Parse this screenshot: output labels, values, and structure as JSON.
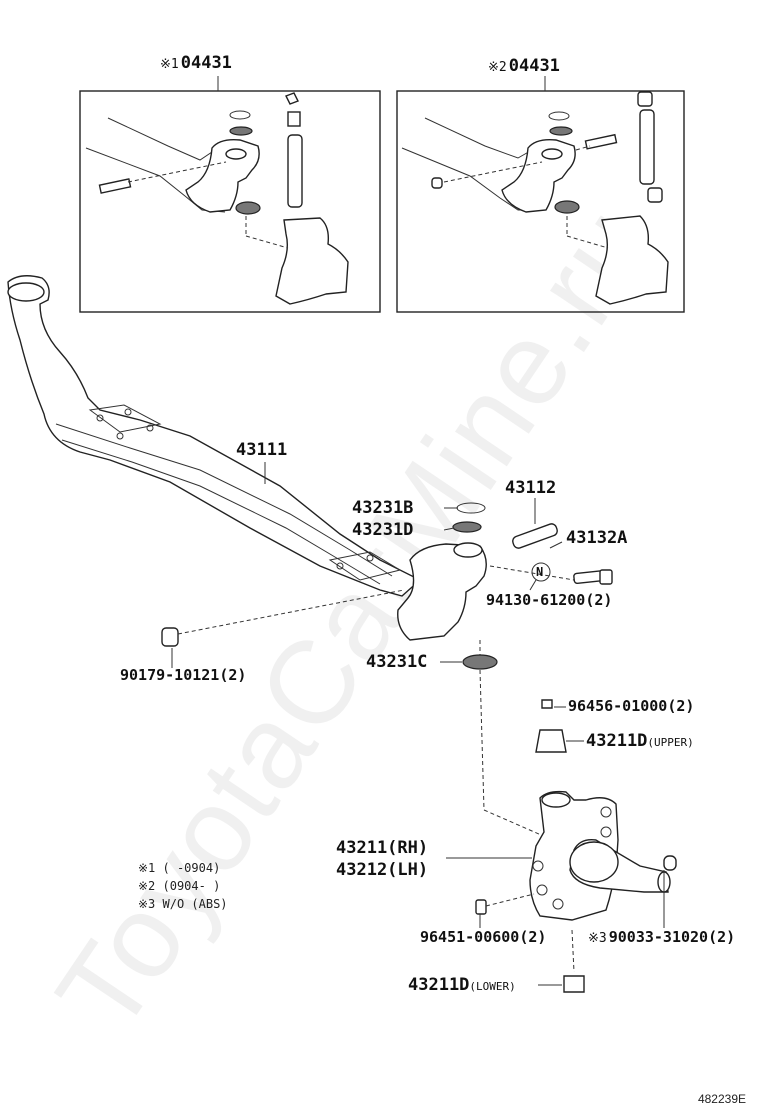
{
  "watermark": "ToyotaCarMine.ru",
  "figure_ref": "482239E",
  "insets": [
    {
      "mark": "※1",
      "part": "04431"
    },
    {
      "mark": "※2",
      "part": "04431"
    }
  ],
  "parts": {
    "axle_beam": "43111",
    "pin": "43112",
    "bushing_b": "43231B",
    "bushing_d": "43231D",
    "bushing_c": "43231C",
    "key": "43132A",
    "nut_label": "N",
    "nut": "94130-61200(2)",
    "cap_nut": "90179-10121(2)",
    "grease_fitting_upper": "96456-01000(2)",
    "bush_upper": "43211D",
    "bush_upper_suffix": "(UPPER)",
    "knuckle_rh": "43211(RH)",
    "knuckle_lh": "43212(LH)",
    "grease_fitting_lower": "96451-00600(2)",
    "plug_mark": "※3",
    "plug": "90033-31020(2)",
    "bush_lower": "43211D",
    "bush_lower_suffix": "(LOWER)"
  },
  "notes": [
    "※1 (      -0904)",
    "※2 (0904-      )",
    "※3 W/O (ABS)"
  ]
}
